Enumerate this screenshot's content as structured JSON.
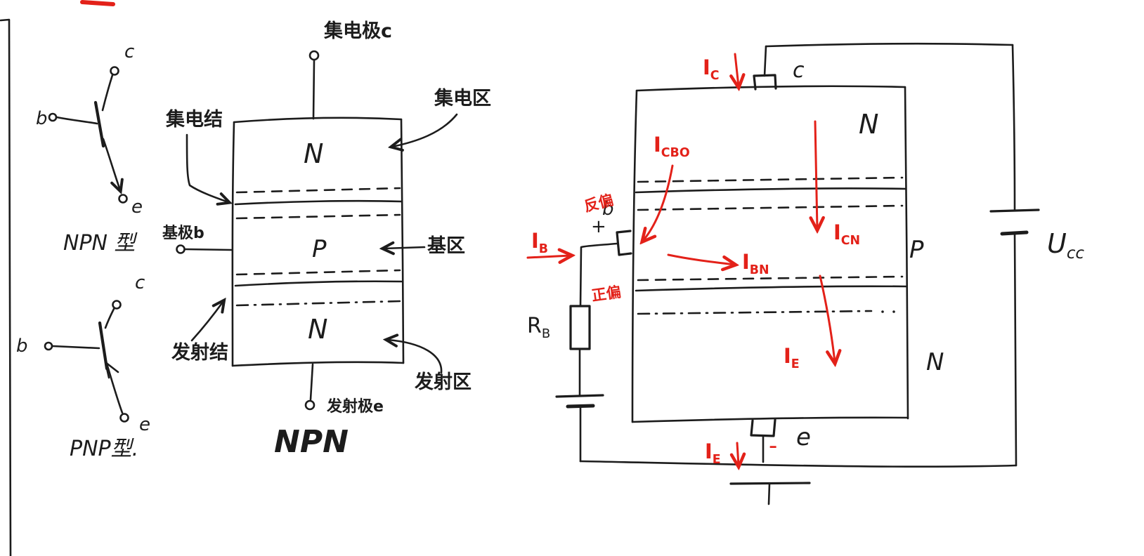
{
  "page": {
    "background": "#ffffff",
    "ink": "#1c1c1c",
    "accent": "#e32119"
  },
  "symbols": {
    "npn": {
      "c": "c",
      "b": "b",
      "e": "e",
      "label": "NPN 型"
    },
    "pnp": {
      "c": "c",
      "b": "b",
      "e": "e",
      "label": "PNP型."
    }
  },
  "structure": {
    "collector_terminal": "集电极c",
    "collector_region": "集电区",
    "collector_junction": "集电结",
    "base_terminal": "基极b",
    "base_region": "基区",
    "emitter_junction": "发射结",
    "emitter_region": "发射区",
    "emitter_terminal": "发射极e",
    "layers": {
      "top": "N",
      "middle": "P",
      "bottom": "N"
    },
    "caption": "NPN"
  },
  "circuit": {
    "terminals": {
      "c": "c",
      "b": "b",
      "e": "e"
    },
    "layers": {
      "top": "N",
      "middle": "P",
      "bottom": "N"
    },
    "bias": {
      "reverse": "反偏",
      "forward": "正偏"
    },
    "plus": "+",
    "minus": "-",
    "resistor": {
      "base": "R",
      "sub": "B"
    },
    "supply": {
      "base": "U",
      "sub": "cc"
    },
    "currents": {
      "ic": {
        "base": "I",
        "sub": "C"
      },
      "icbo": {
        "base": "I",
        "sub": "CBO"
      },
      "icn": {
        "base": "I",
        "sub": "CN"
      },
      "ib": {
        "base": "I",
        "sub": "B"
      },
      "ibn": {
        "base": "I",
        "sub": "BN"
      },
      "ie": {
        "base": "I",
        "sub": "E"
      },
      "ie_bottom": {
        "base": "I",
        "sub": "E"
      }
    }
  }
}
